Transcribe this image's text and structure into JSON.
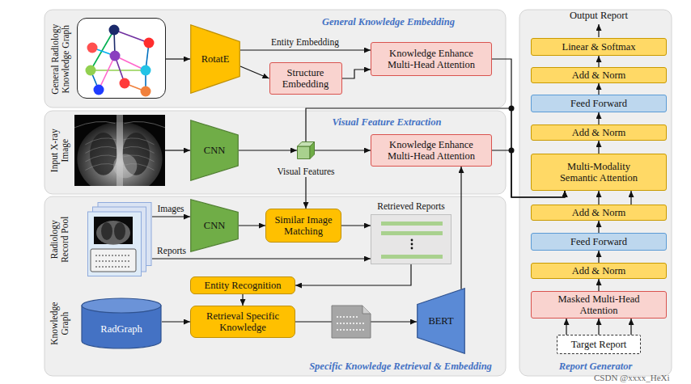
{
  "diagram": {
    "nodes": [
      {
        "text": [
          "General Knowledge Embedding"
        ]
      },
      {
        "text": [
          "General Radiology Knowledge Graph"
        ],
        "in": 0
      },
      {
        "text": [
          "RotatE"
        ],
        "in": 0
      },
      {
        "text": [
          "Structure Embedding"
        ],
        "in": 0
      },
      {
        "text": [
          "Knowledge Enhance Multi-Head Attention"
        ],
        "in": 0
      },
      {
        "text": [
          "Visual Feature Extraction"
        ]
      },
      {
        "text": [
          "Input X-ray Image"
        ],
        "in": 5
      },
      {
        "text": [
          "CNN"
        ],
        "in": 5
      },
      {
        "text": [
          "Visual Features"
        ],
        "in": 5
      },
      {
        "text": [
          "Knowledge Enhance Multi-Head Attention"
        ],
        "in": 5
      },
      {
        "text": [
          "Specific Knowledge Retrieval & Embedding"
        ]
      },
      {
        "text": [
          "Radiology Record Pool"
        ],
        "in": 10
      },
      {
        "text": [
          "CNN"
        ],
        "in": 10
      },
      {
        "text": [
          "Similar Image Matching"
        ],
        "in": 10
      },
      {
        "text": [
          "Retrieved Reports"
        ],
        "in": 10
      },
      {
        "text": [
          "Entity Recognition"
        ],
        "in": 10
      },
      {
        "text": [
          "Knowledge Graph",
          "RadGraph"
        ],
        "in": 10
      },
      {
        "text": [
          "Retrieval Specific Knowledge"
        ],
        "in": 10
      },
      {
        "text": [
          "BERT"
        ],
        "in": 10
      },
      {
        "text": [
          "Report Generator"
        ]
      },
      {
        "text": [
          "Linear & Softmax"
        ],
        "in": 19
      },
      {
        "text": [
          "Add & Norm"
        ],
        "in": 19
      },
      {
        "text": [
          "Feed Forward"
        ],
        "in": 19
      },
      {
        "text": [
          "Add & Norm"
        ],
        "in": 19
      },
      {
        "text": [
          "Multi-Modality Semantic Attention"
        ],
        "in": 19
      },
      {
        "text": [
          "Add & Norm"
        ],
        "in": 19
      },
      {
        "text": [
          "Feed Forward"
        ],
        "in": 19
      },
      {
        "text": [
          "Add & Norm"
        ],
        "in": 19
      },
      {
        "text": [
          "Masked Multi-Head Attention"
        ],
        "in": 19
      },
      {
        "text": [
          "Target Report"
        ],
        "in": 19
      }
    ],
    "edges": [
      {
        "from": 1,
        "to": 2,
        "arrow": "to"
      },
      {
        "from": 2,
        "to": 4,
        "label": "Entity Embedding",
        "arrow": "to"
      },
      {
        "from": 2,
        "to": 3,
        "arrow": "to"
      },
      {
        "from": 3,
        "to": 4,
        "arrow": "to"
      },
      {
        "from": 6,
        "to": 7,
        "arrow": "to"
      },
      {
        "from": 7,
        "to": 8,
        "arrow": "to"
      },
      {
        "from": 8,
        "to": 9,
        "arrow": "to"
      },
      {
        "from": 8,
        "to": 13,
        "arrow": "to"
      },
      {
        "from": 11,
        "to": 12,
        "label": "Images",
        "arrow": "to"
      },
      {
        "from": 12,
        "to": 13,
        "arrow": "to"
      },
      {
        "from": 13,
        "to": 14,
        "arrow": "to"
      },
      {
        "from": 11,
        "to": 14,
        "label": "Reports",
        "arrow": "to"
      },
      {
        "from": 14,
        "to": 15,
        "arrow": "to"
      },
      {
        "from": 15,
        "to": 17,
        "arrow": "to"
      },
      {
        "from": 16,
        "to": 17,
        "arrow": "to"
      },
      {
        "from": 17,
        "to": 18,
        "arrow": "to"
      },
      {
        "from": 18,
        "to": 9,
        "arrow": "to"
      },
      {
        "from": 4,
        "to": 24,
        "arrow": "to"
      },
      {
        "from": 8,
        "to": 24,
        "arrow": "to"
      },
      {
        "from": 9,
        "to": 24,
        "arrow": "to"
      },
      {
        "from": 29,
        "to": 28,
        "arrow": "to"
      },
      {
        "from": 28,
        "to": 27,
        "arrow": "to"
      },
      {
        "from": 27,
        "to": 26,
        "arrow": "to"
      },
      {
        "from": 26,
        "to": 25,
        "arrow": "to"
      },
      {
        "from": 25,
        "to": 24,
        "arrow": "to"
      },
      {
        "from": 24,
        "to": 23,
        "arrow": "to"
      },
      {
        "from": 23,
        "to": 22,
        "arrow": "to"
      },
      {
        "from": 22,
        "to": 21,
        "arrow": "to"
      },
      {
        "from": 21,
        "to": 20,
        "arrow": "to"
      }
    ],
    "labels": [
      "Output Report",
      "CSDN @xxxx_HeXi"
    ]
  }
}
